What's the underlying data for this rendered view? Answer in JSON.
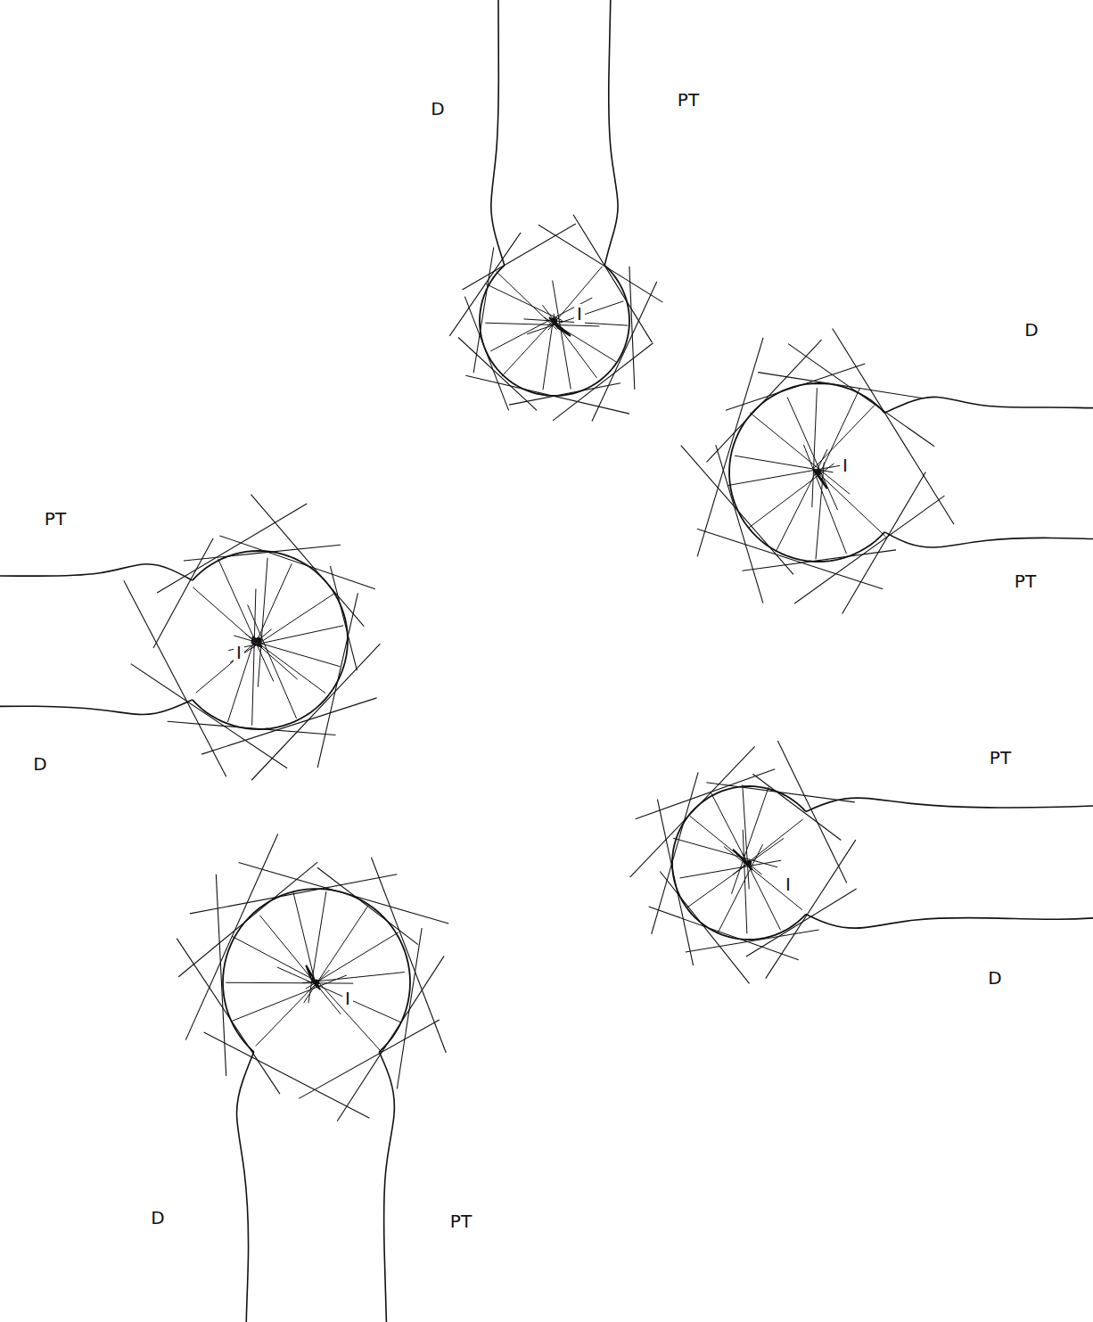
{
  "diagram": {
    "labels": [
      "D",
      "PT",
      "I",
      "D",
      "I",
      "PT",
      "PT",
      "I",
      "D",
      "PT",
      "I",
      "D",
      "I",
      "D",
      "PT"
    ]
  }
}
